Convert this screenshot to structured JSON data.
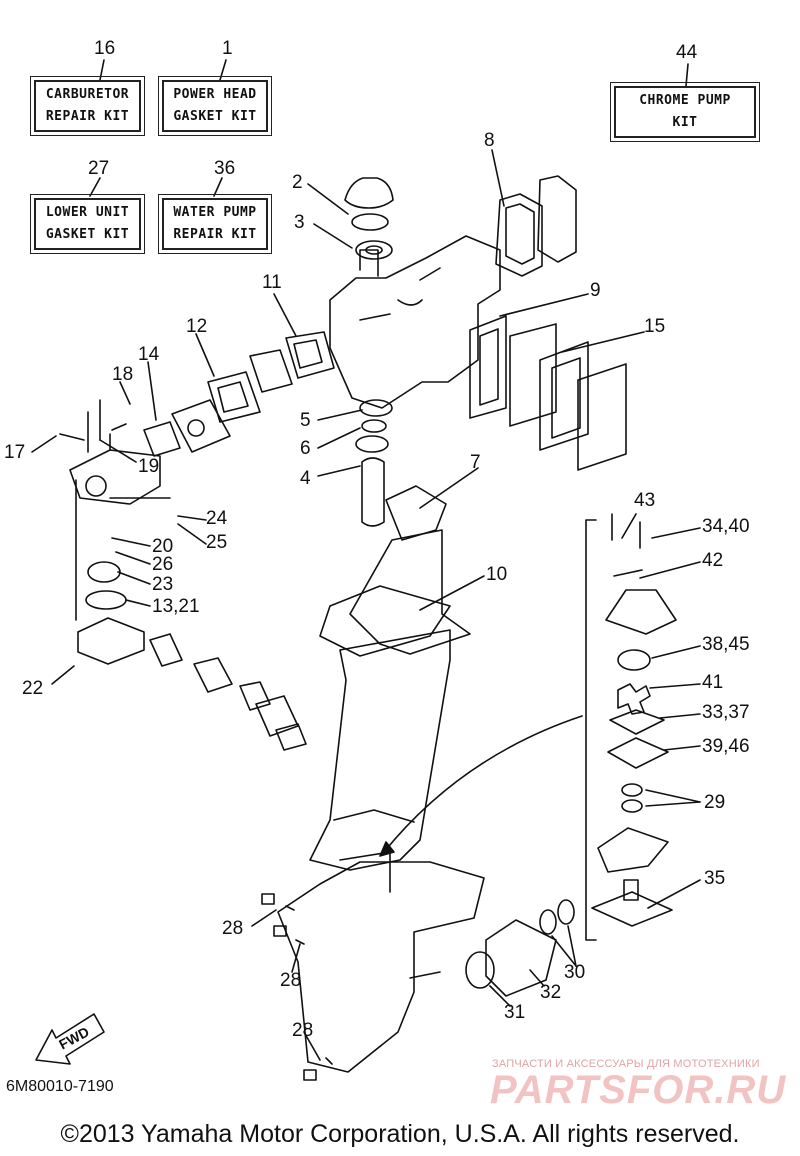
{
  "kits": [
    {
      "number": "16",
      "line1": "CARBURETOR",
      "line2": "REPAIR KIT"
    },
    {
      "number": "1",
      "line1": "POWER HEAD",
      "line2": "GASKET KIT"
    },
    {
      "number": "44",
      "line1": "CHROME PUMP",
      "line2": "KIT"
    },
    {
      "number": "27",
      "line1": "LOWER UNIT",
      "line2": "GASKET KIT"
    },
    {
      "number": "36",
      "line1": "WATER PUMP",
      "line2": "REPAIR KIT"
    }
  ],
  "callouts": [
    "2",
    "3",
    "8",
    "9",
    "11",
    "12",
    "14",
    "15",
    "18",
    "17",
    "19",
    "5",
    "6",
    "4",
    "7",
    "24",
    "20",
    "25",
    "26",
    "23",
    "13,21",
    "10",
    "43",
    "34,40",
    "42",
    "22",
    "38,45",
    "41",
    "33,37",
    "39,46",
    "29",
    "35",
    "28",
    "28",
    "28",
    "30",
    "32",
    "31"
  ],
  "fwd_label": "FWD",
  "doc_code": "6M80010-7190",
  "watermark_small": "ЗАПЧАСТИ И АКСЕССУАРЫ ДЛЯ МОТОТЕХНИКИ",
  "watermark_big": "PARTSFOR.RU",
  "copyright": "©2013 Yamaha Motor Corporation, U.S.A. All rights reserved."
}
